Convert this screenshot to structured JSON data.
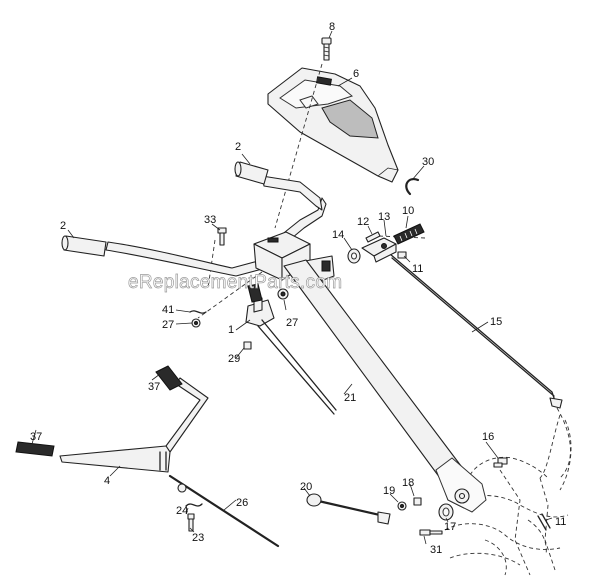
{
  "watermark": "eReplacementParts.com",
  "callouts": [
    "8",
    "6",
    "2",
    "30",
    "33",
    "12",
    "13",
    "10",
    "2",
    "14",
    "11",
    "15",
    "41",
    "27",
    "27",
    "1",
    "29",
    "21",
    "37",
    "16",
    "37",
    "4",
    "26",
    "20",
    "19",
    "18",
    "17",
    "11",
    "24",
    "23",
    "31"
  ]
}
